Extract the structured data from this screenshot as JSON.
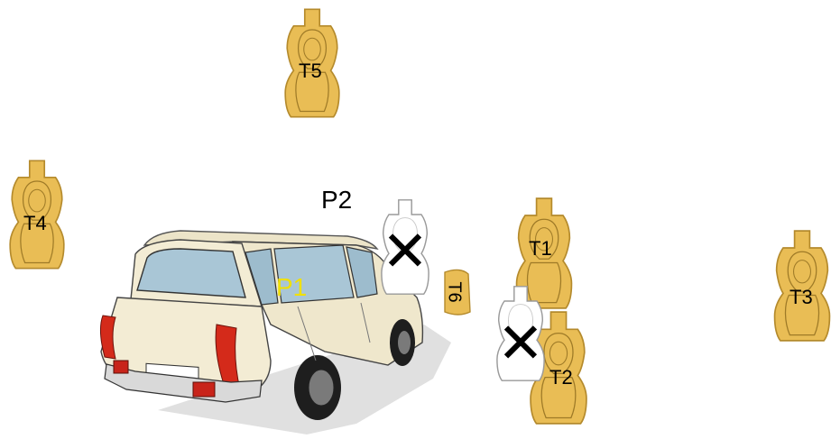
{
  "targets": {
    "t1": {
      "label": "T1",
      "state": "shoot"
    },
    "t2": {
      "label": "T2",
      "state": "shoot"
    },
    "t3": {
      "label": "T3",
      "state": "shoot"
    },
    "t4": {
      "label": "T4",
      "state": "shoot"
    },
    "t5": {
      "label": "T5",
      "state": "shoot"
    },
    "t6": {
      "label": "T6",
      "state": "shoot"
    }
  },
  "no_shoots": [
    {
      "mark": "✕",
      "state": "no-shoot"
    },
    {
      "mark": "✕",
      "state": "no-shoot"
    }
  ],
  "positions": {
    "p1": {
      "label": "P1"
    },
    "p2": {
      "label": "P2"
    }
  },
  "vehicle": {
    "name": "station-wagon"
  },
  "colors": {
    "target_fill": "#e9bd55",
    "target_stroke": "#b48a2c",
    "no_shoot_fill": "#ffffff",
    "no_shoot_stroke": "#9a9a9a",
    "p1_text": "#f0e000",
    "car_body": "#f1ead0",
    "car_glass": "#a9c6d6",
    "tail_light": "#d42a1a"
  }
}
